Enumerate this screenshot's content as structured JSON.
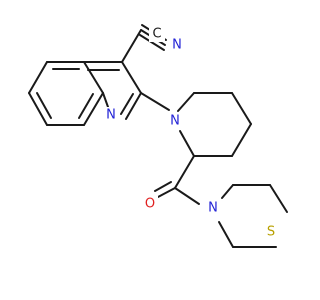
{
  "molecule": {
    "atoms": [
      {
        "id": "N1",
        "symbol": "N",
        "color": "#2323d6"
      },
      {
        "id": "N2",
        "symbol": "N",
        "color": "#2323d6"
      },
      {
        "id": "N3",
        "symbol": "N",
        "color": "#2323d6"
      },
      {
        "id": "N4",
        "symbol": "N",
        "color": "#2323d6"
      },
      {
        "id": "C",
        "symbol": "C",
        "color": "#1a1a1a"
      },
      {
        "id": "O",
        "symbol": "O",
        "color": "#e02020"
      },
      {
        "id": "S",
        "symbol": "S",
        "color": "#b8a000"
      }
    ]
  }
}
